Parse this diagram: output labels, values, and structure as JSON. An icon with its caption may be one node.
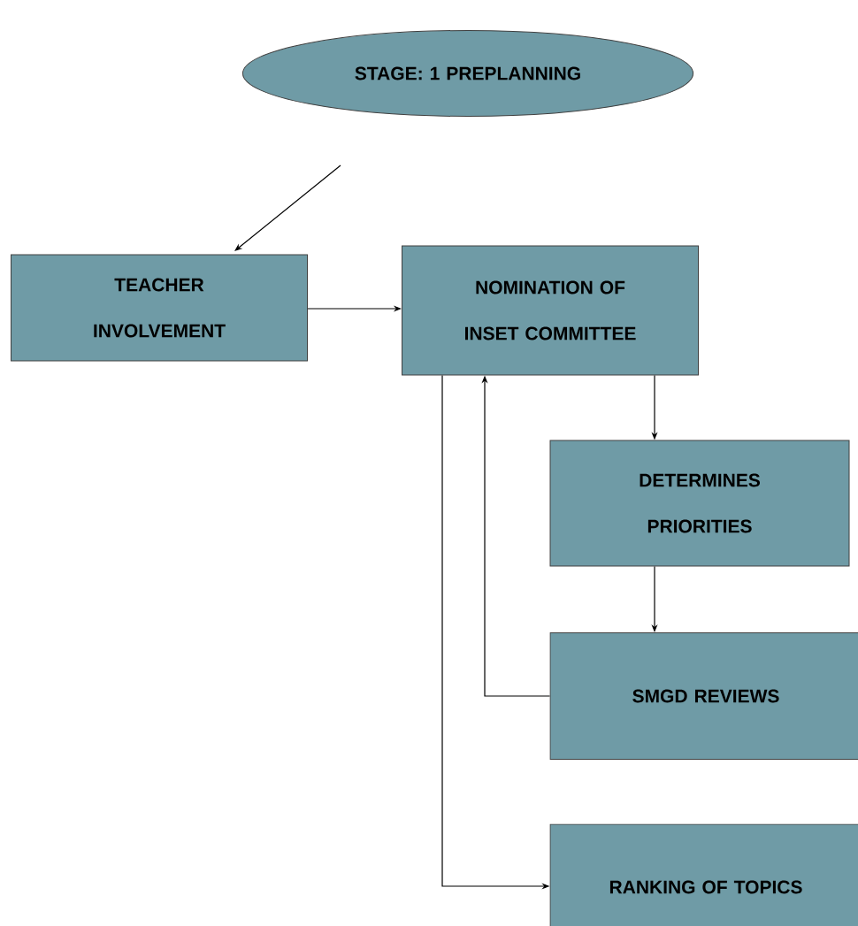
{
  "diagram": {
    "nodes": [
      {
        "text": [
          "STAGE: 1 PREPLANNING"
        ]
      },
      {
        "text": [
          "TEACHER INVOLVEMENT"
        ]
      },
      {
        "text": [
          "NOMINATION OF INSET COMMITTEE"
        ]
      },
      {
        "text": [
          "DETERMINES PRIORITIES"
        ]
      },
      {
        "text": [
          "SMGD REVIEWS"
        ]
      },
      {
        "text": [
          "RANKING OF TOPICS"
        ]
      }
    ],
    "edges": [
      {
        "from": null,
        "to": 1,
        "arrow": "to"
      },
      {
        "from": 1,
        "to": 2,
        "arrow": "to"
      },
      {
        "from": 2,
        "to": 3,
        "arrow": "to"
      },
      {
        "from": 3,
        "to": 4,
        "arrow": "to"
      },
      {
        "from": 4,
        "to": 2,
        "arrow": "to"
      },
      {
        "from": 2,
        "to": 5,
        "arrow": "to"
      }
    ]
  }
}
